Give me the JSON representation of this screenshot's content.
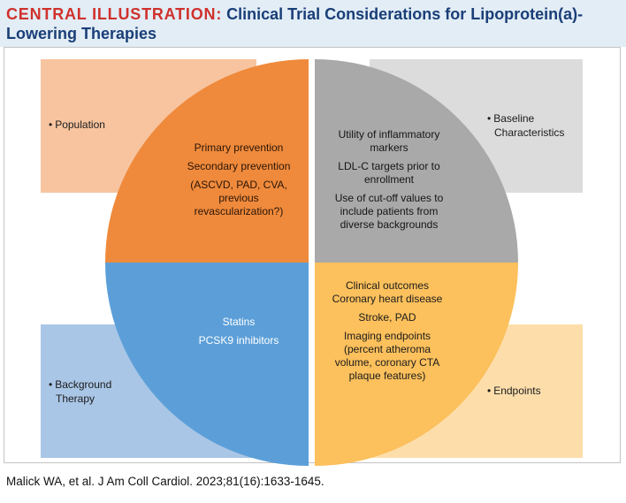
{
  "header": {
    "lead": "CENTRAL ILLUSTRATION:",
    "title": "Clinical Trial Considerations for Lipoprotein(a)-Lowering Therapies"
  },
  "colors": {
    "orange": "#ef8a3c",
    "gray": "#a9a9a9",
    "blue": "#5c9fd8",
    "yellow": "#fcc05c"
  },
  "corners": {
    "population": "Population",
    "baseline": [
      "Baseline",
      "Characteristics"
    ],
    "background": [
      "Background",
      "Therapy"
    ],
    "endpoints": "Endpoints"
  },
  "quadrants": {
    "population": [
      "Primary prevention",
      "Secondary prevention",
      "(ASCVD, PAD, CVA,",
      "previous",
      "revascularization?)"
    ],
    "baseline": [
      "Utility of inflammatory",
      "markers",
      "LDL-C targets prior to",
      "enrollment",
      "Use of cut-off values to",
      "include patients from",
      "diverse backgrounds"
    ],
    "background": [
      "Statins",
      "PCSK9 inhibitors"
    ],
    "endpoints": [
      "Clinical outcomes",
      "Coronary heart disease",
      "Stroke, PAD",
      "Imaging endpoints",
      "(percent atheroma",
      "volume, coronary CTA",
      "plaque features)"
    ]
  },
  "citation": "Malick WA, et al. J Am Coll Cardiol. 2023;81(16):1633-1645."
}
